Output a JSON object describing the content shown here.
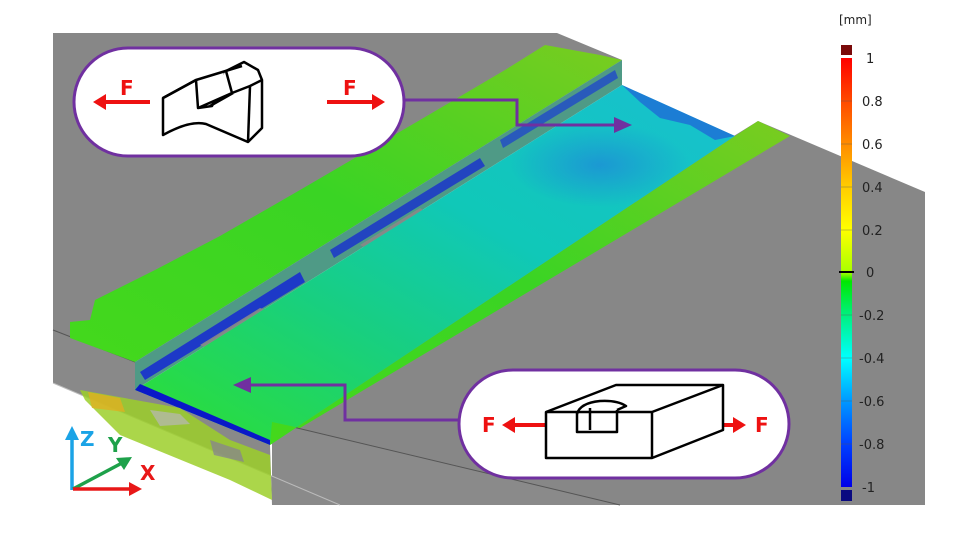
{
  "figure": {
    "description": "3D FEM deformation contour of a grooved block specimen under tension with two inset callouts",
    "colors": {
      "background": "#ffffff",
      "part_gray": "#878787",
      "callout_border": "#7030a0",
      "force_arrow": "#ee1111",
      "axis_x": "#e81818",
      "axis_y": "#1ea14a",
      "axis_z": "#1aa3e6"
    }
  },
  "colorbar": {
    "unit": "[mm]",
    "ticks": [
      "1",
      "0.8",
      "0.6",
      "0.4",
      "0.2",
      "0",
      "-0.2",
      "-0.4",
      "-0.6",
      "-0.8",
      "-1"
    ],
    "max": 1,
    "min": -1,
    "overflow_color": "#7a0a0a",
    "underflow_color": "#0a0a80",
    "gradient_stops": [
      "#ff0000",
      "#ff7a00",
      "#ffd000",
      "#ffff00",
      "#a0ff00",
      "#00e000",
      "#00e8a0",
      "#00ffff",
      "#0090ff",
      "#0020ff",
      "#0000e0"
    ]
  },
  "callouts": {
    "top": {
      "left_force": "F",
      "right_force": "F",
      "icon": "deformed-notched-block-icon"
    },
    "bottom": {
      "left_force": "F",
      "right_force": "F",
      "icon": "notched-block-icon"
    }
  },
  "axes": {
    "x": "X",
    "y": "Y",
    "z": "Z"
  }
}
